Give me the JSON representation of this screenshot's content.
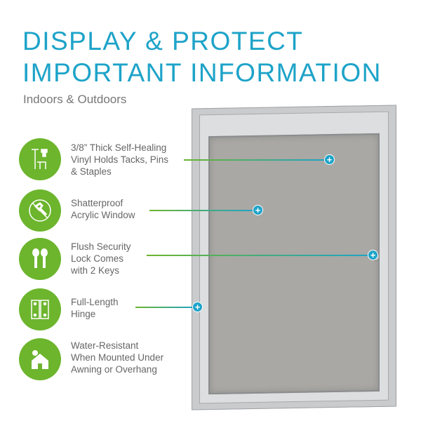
{
  "header": {
    "title_line1": "DISPLAY & PROTECT",
    "title_line2": "IMPORTANT INFORMATION",
    "subtitle": "Indoors & Outdoors"
  },
  "features": [
    {
      "icon": "tack-pin-staple-icon",
      "text": "3/8” Thick Self-Healing\nVinyl Holds Tacks, Pins\n& Staples"
    },
    {
      "icon": "no-hammer-icon",
      "text": "Shatterproof\nAcrylic Window"
    },
    {
      "icon": "keys-icon",
      "text": "Flush Security\nLock Comes\nwith 2 Keys"
    },
    {
      "icon": "hinge-icon",
      "text": "Full-Length\nHinge"
    },
    {
      "icon": "house-sun-icon",
      "text": "Water-Resistant\nWhen Mounted Under\nAwning or Overhang"
    }
  ],
  "callout_marker": "+",
  "colors": {
    "accent_blue": "#1da3c8",
    "accent_green": "#6cb52d"
  }
}
